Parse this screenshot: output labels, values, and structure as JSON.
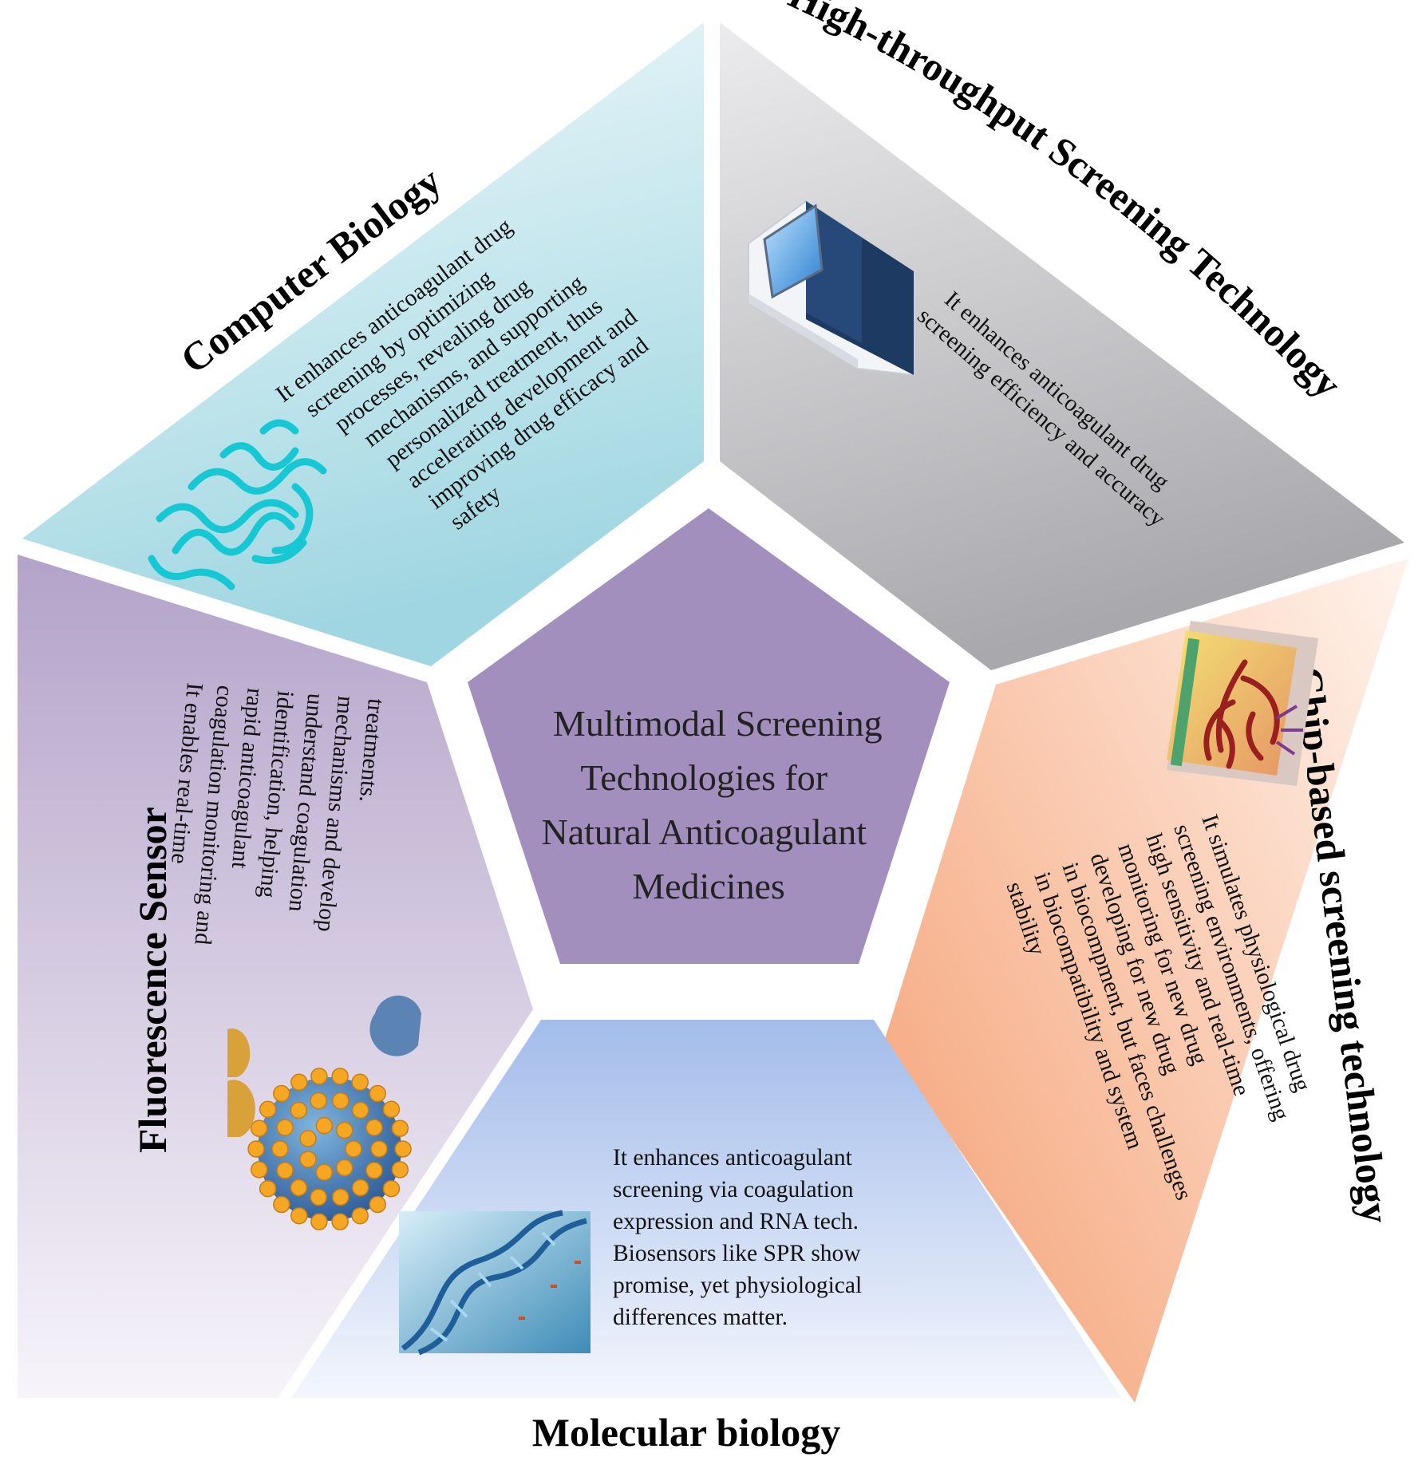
{
  "center": {
    "lines": [
      "Multimodal Screening",
      "Technologies for",
      "Natural Anticoagulant",
      "Medicines"
    ],
    "color": "#a28fbd"
  },
  "sections": {
    "computer_biology": {
      "title": "Computer Biology",
      "lines": [
        "It enhances anticoagulant drug",
        "screening by optimizing",
        "processes, revealing drug",
        "mechanisms, and supporting",
        "personalized treatment, thus",
        "accelerating development and",
        "improving drug efficacy and",
        "safety"
      ],
      "color": "#a8dce6"
    },
    "high_throughput": {
      "title": "High-throughput Screening Technology",
      "lines": [
        "It enhances anticoagulant drug",
        "screening efficiency and accuracy"
      ],
      "color": "#b3b3b6"
    },
    "chip_based": {
      "title": "Chip-based screening technology",
      "lines": [
        "It simulates physiological drug",
        "screening environments, offering",
        "high sensitivity and real-time",
        "monitoring for new drug",
        "developing for new drug",
        "in biocompment, but faces challenges",
        "in biocompatibility and system",
        "stability"
      ],
      "color": "#f6ad86"
    },
    "molecular_biology": {
      "title": "Molecular biology",
      "lines": [
        "It enhances anticoagulant",
        "screening via coagulation",
        "expression and RNA tech.",
        "Biosensors like SPR show",
        "promise, yet physiological",
        "differences matter."
      ],
      "color": "#aac2ea"
    },
    "fluorescence": {
      "title": "Fluorescence Sensor",
      "lines": [
        "It enables real-time",
        "coagulation monitoring and",
        "rapid anticoagulant",
        "identification, helping",
        "understand coagulation",
        "mechanisms and develop",
        "treatments."
      ],
      "color": "#b9aacb"
    }
  },
  "icons": [
    "protein-structure-icon",
    "screening-instrument-icon",
    "organ-chip-icon",
    "dna-helix-icon",
    "nanoparticle-icon"
  ]
}
